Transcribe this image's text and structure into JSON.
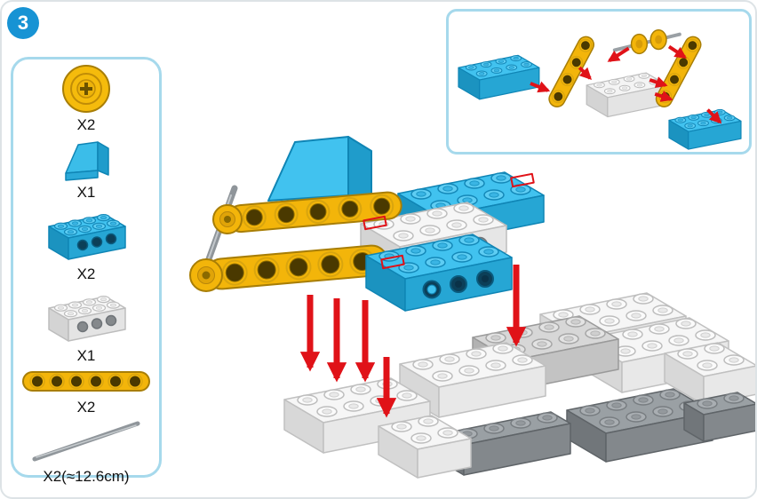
{
  "step_badge": {
    "number": "3",
    "color": "#1793d4"
  },
  "parts_panel": {
    "border_color": "#a6d9ec",
    "items": [
      {
        "id": "round-pulley",
        "count": "X2"
      },
      {
        "id": "slope-brick-blue",
        "count": "X1"
      },
      {
        "id": "brick-2x4-blue",
        "count": "X2"
      },
      {
        "id": "brick-2x4-white",
        "count": "X1"
      },
      {
        "id": "beam-yellow",
        "count": "X2"
      },
      {
        "id": "axle-rod",
        "count": "X2(≈12.6cm)"
      }
    ]
  },
  "inset": {
    "border_color": "#a6d9ec"
  },
  "palette": {
    "yellow": "#f3b50a",
    "blue": "#3bbde9",
    "red_arrow": "#e01218",
    "gray_dark": "#9aa0a4",
    "gray_light": "#f6f6f6",
    "white_brick": "#f6f6f6"
  }
}
